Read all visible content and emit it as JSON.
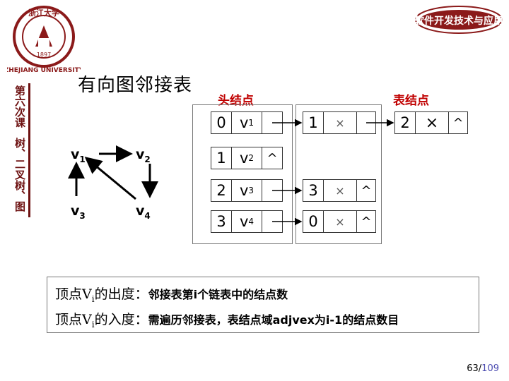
{
  "logo": {
    "text": "ZHEJIANG UNIVERSITY",
    "year": "1897",
    "seal": "浙江大学"
  },
  "banner": {
    "text": "软件开发技术与应用"
  },
  "sidebar": {
    "line1": "第六次课",
    "line2": "树、二叉树、图"
  },
  "title": "有向图邻接表",
  "headers": {
    "head_node": "头结点",
    "table_node": "表结点"
  },
  "graph": {
    "nodes": [
      "v1",
      "v2",
      "v3",
      "v4"
    ]
  },
  "head_list": [
    {
      "index": "0",
      "vertex": "v",
      "sub": "1"
    },
    {
      "index": "1",
      "vertex": "v",
      "sub": "2",
      "nil": "^"
    },
    {
      "index": "2",
      "vertex": "v",
      "sub": "3"
    },
    {
      "index": "3",
      "vertex": "v",
      "sub": "4"
    }
  ],
  "table_cells": {
    "row0a_adj": "1",
    "row0a_info": "×",
    "row0b_adj": "2",
    "row0b_info": "×",
    "row0b_nil": "^",
    "row2_adj": "3",
    "row2_info": "×",
    "row2_nil": "^",
    "row3_adj": "0",
    "row3_info": "×",
    "row3_nil": "^"
  },
  "info": {
    "out_a": "顶点V",
    "out_sub": "i",
    "out_b": "的出度：",
    "out_c": "邻接表第i个链表中的结点数",
    "in_a": "顶点V",
    "in_sub": "i",
    "in_b": "的入度：",
    "in_c": "需遍历邻接表，表结点域adjvex为i-1的结点数目"
  },
  "page": {
    "current": "63",
    "sep": "/",
    "total": "109"
  },
  "colors": {
    "accent": "#6d1111",
    "header_red": "#c00000",
    "banner": "#8b1a1a"
  }
}
